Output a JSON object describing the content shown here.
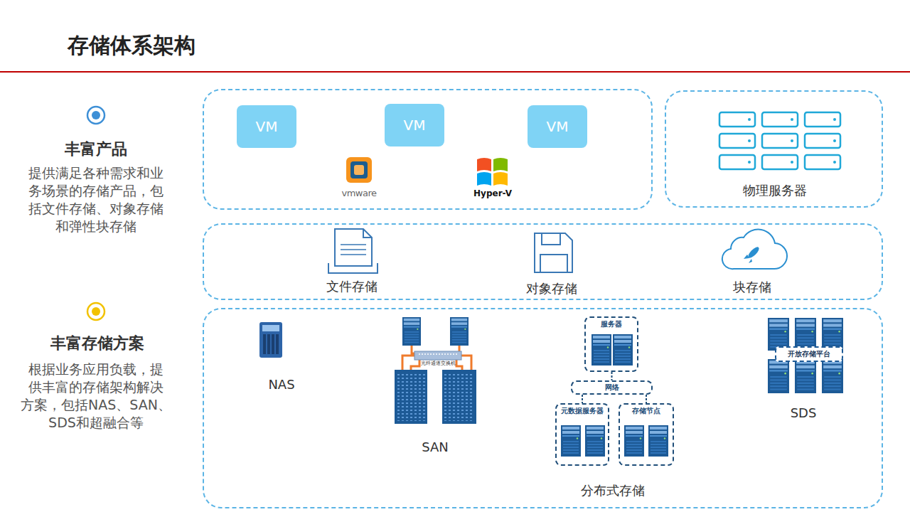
{
  "diagram": {
    "title": "存储体系架构",
    "nodes": [
      {
        "text": [
          "vmware",
          "Hyper-V"
        ]
      },
      {
        "text": [
          "VM"
        ],
        "in": 0
      },
      {
        "text": [
          "VM"
        ],
        "in": 0
      },
      {
        "text": [
          "VM"
        ],
        "in": 0
      },
      {
        "text": [
          "物理服务器"
        ]
      },
      {
        "text": [
          "文件存储",
          "对象存储",
          "块存储"
        ]
      },
      {
        "text": [
          "NAS",
          "SAN",
          "分布式存储",
          "SDS"
        ]
      },
      {
        "text": [
          "服务器"
        ],
        "in": 6
      },
      {
        "text": [
          "网络"
        ],
        "in": 6
      },
      {
        "text": [
          "元数据服务器"
        ],
        "in": 6
      },
      {
        "text": [
          "存储节点"
        ],
        "in": 6
      },
      {
        "text": [
          "开放存储平台"
        ],
        "in": 6
      }
    ],
    "edges": [
      {
        "from": 7,
        "to": 8,
        "arrow": "none"
      },
      {
        "from": 8,
        "to": 9,
        "arrow": "none"
      },
      {
        "from": 8,
        "to": 10,
        "arrow": "none"
      }
    ],
    "labels": [
      "丰富产品",
      "提供满足各种需求和业 务场景的存储产品，包 括文件存储、对象存储 和弹性块存储",
      "丰富存储方案",
      "根据业务应用负载，提 供丰富的存储架构解决 方案，包括NAS、SAN、 SDS和超融合等",
      "光纤通道交换机"
    ]
  }
}
